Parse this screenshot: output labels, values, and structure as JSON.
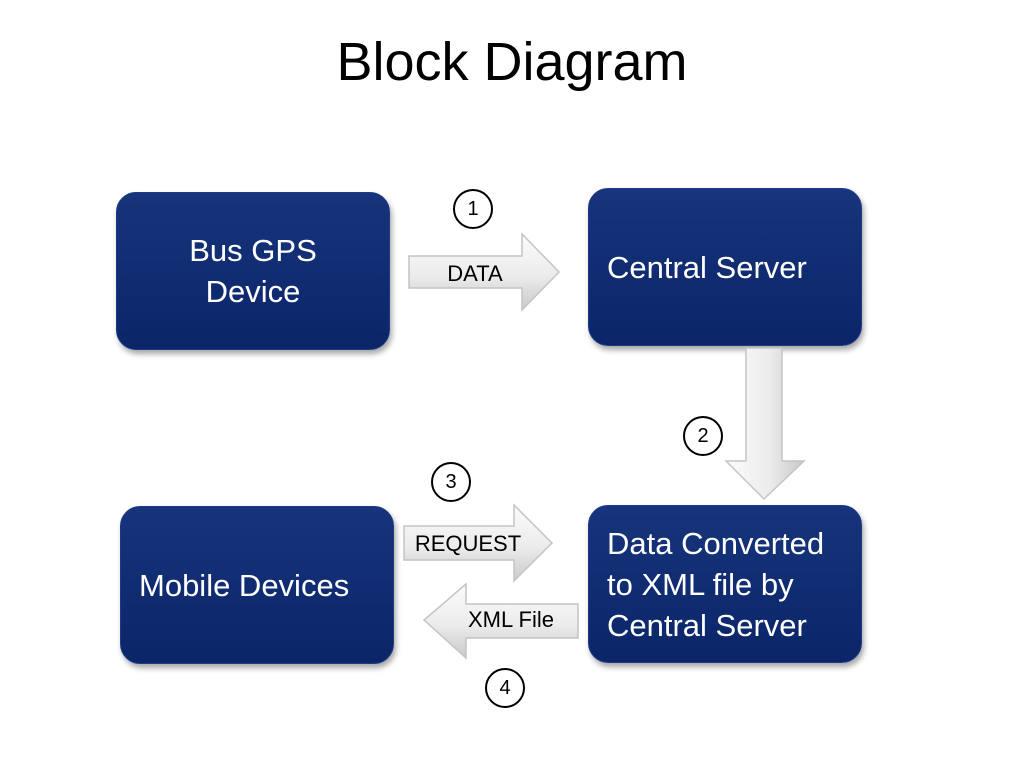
{
  "title": "Block Diagram",
  "colors": {
    "block_fill": "#0b2568",
    "block_border": "#1c3a86",
    "arrow_fill_light": "#f7f7f7",
    "arrow_fill_dark": "#cfcfcf",
    "arrow_stroke": "#c4c4c4"
  },
  "blocks": {
    "bus_gps": {
      "lines": [
        "Bus GPS",
        "Device"
      ]
    },
    "central_server": {
      "lines": [
        "Central Server"
      ]
    },
    "mobile_devices": {
      "lines": [
        "Mobile Devices"
      ]
    },
    "data_converted": {
      "lines": [
        "Data Converted",
        "to XML file by",
        "Central Server"
      ]
    }
  },
  "arrows": {
    "data": {
      "label": "DATA",
      "direction": "right",
      "step": "1"
    },
    "convert": {
      "label": "",
      "direction": "down",
      "step": "2"
    },
    "request": {
      "label": "REQUEST",
      "direction": "right",
      "step": "3"
    },
    "xml_file": {
      "label": "XML File",
      "direction": "left",
      "step": "4"
    }
  }
}
